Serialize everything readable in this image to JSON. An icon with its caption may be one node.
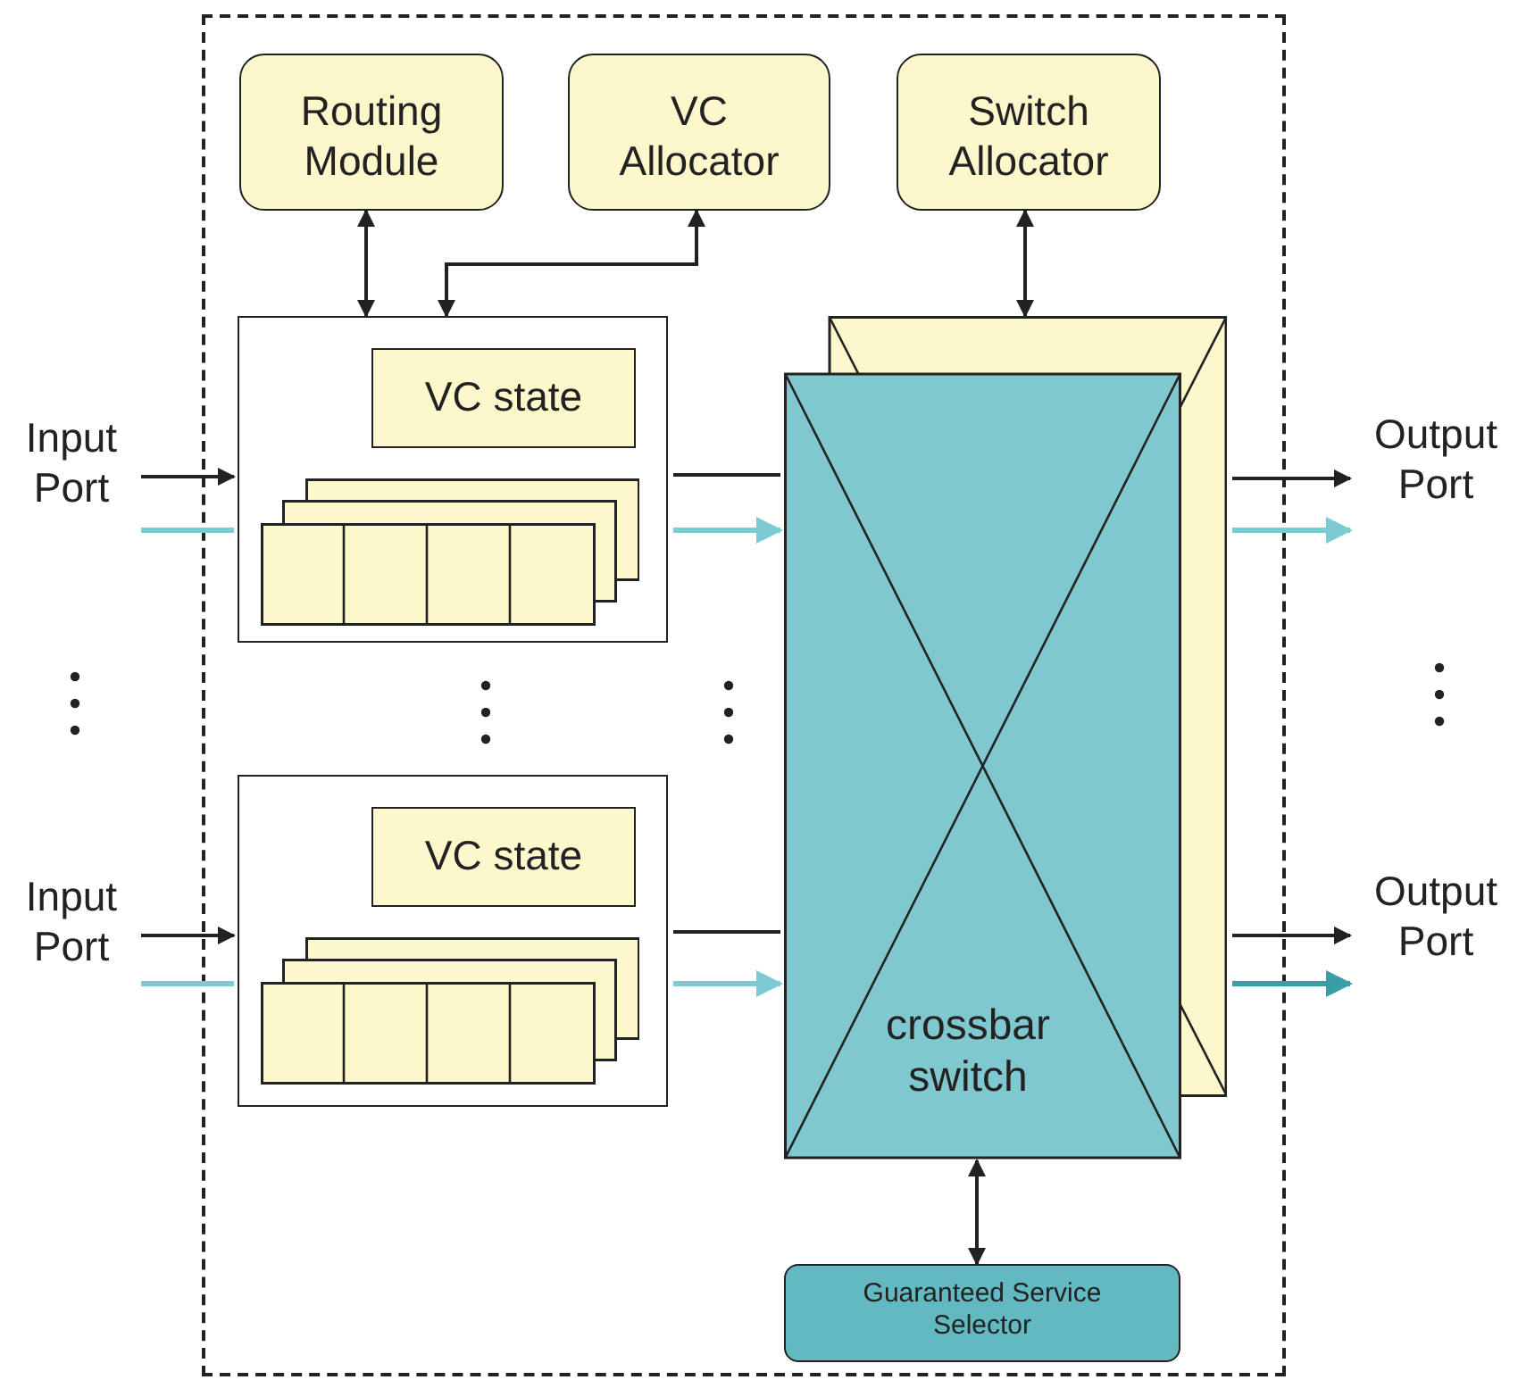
{
  "diagram": {
    "nodes": [
      {
        "text": [],
        "shape": "box"
      },
      {
        "text": [
          "Routing Module"
        ],
        "in": 0
      },
      {
        "text": [
          "VC Allocator"
        ],
        "in": 0
      },
      {
        "text": [
          "Switch Allocator"
        ],
        "in": 0
      },
      {
        "text": [],
        "shape": "box",
        "in": 0
      },
      {
        "text": [
          "VC state"
        ],
        "in": 4
      },
      {
        "text": [],
        "shape": "box",
        "in": 4
      },
      {
        "text": [
          "crossbar switch"
        ],
        "in": 0
      },
      {
        "text": [],
        "shape": "box",
        "in": 0
      },
      {
        "text": [
          "VC state"
        ],
        "in": 8
      },
      {
        "text": [],
        "shape": "box",
        "in": 8
      },
      {
        "text": [
          "Guaranteed Service Selector"
        ],
        "in": 0
      },
      {
        "text": [
          "Input Port"
        ]
      },
      {
        "text": [
          "Input Port"
        ]
      },
      {
        "text": [
          "Output Port"
        ]
      },
      {
        "text": [
          "Output Port"
        ]
      }
    ],
    "edges": [
      {
        "from": 1,
        "to": 4,
        "arrow": "both"
      },
      {
        "from": 2,
        "to": 4,
        "arrow": "both"
      },
      {
        "from": 3,
        "to": 7,
        "arrow": "both"
      },
      {
        "from": 12,
        "to": 4,
        "arrow": "to"
      },
      {
        "from": 12,
        "to": 4,
        "arrow": "none",
        "color": "#7ccbd3"
      },
      {
        "from": 4,
        "to": 7,
        "arrow": "none"
      },
      {
        "from": 4,
        "to": 7,
        "arrow": "to",
        "color": "#7ccbd3"
      },
      {
        "from": 7,
        "to": 14,
        "arrow": "to"
      },
      {
        "from": 7,
        "to": 14,
        "arrow": "to",
        "color": "#7ccbd3"
      },
      {
        "from": 13,
        "to": 8,
        "arrow": "to"
      },
      {
        "from": 13,
        "to": 8,
        "arrow": "none",
        "color": "#7ccbd3"
      },
      {
        "from": 8,
        "to": 7,
        "arrow": "none"
      },
      {
        "from": 8,
        "to": 7,
        "arrow": "to",
        "color": "#7ccbd3"
      },
      {
        "from": 7,
        "to": 15,
        "arrow": "to"
      },
      {
        "from": 7,
        "to": 15,
        "arrow": "to",
        "color": "#3a9ea6"
      },
      {
        "from": 7,
        "to": 11,
        "arrow": "both"
      }
    ]
  }
}
